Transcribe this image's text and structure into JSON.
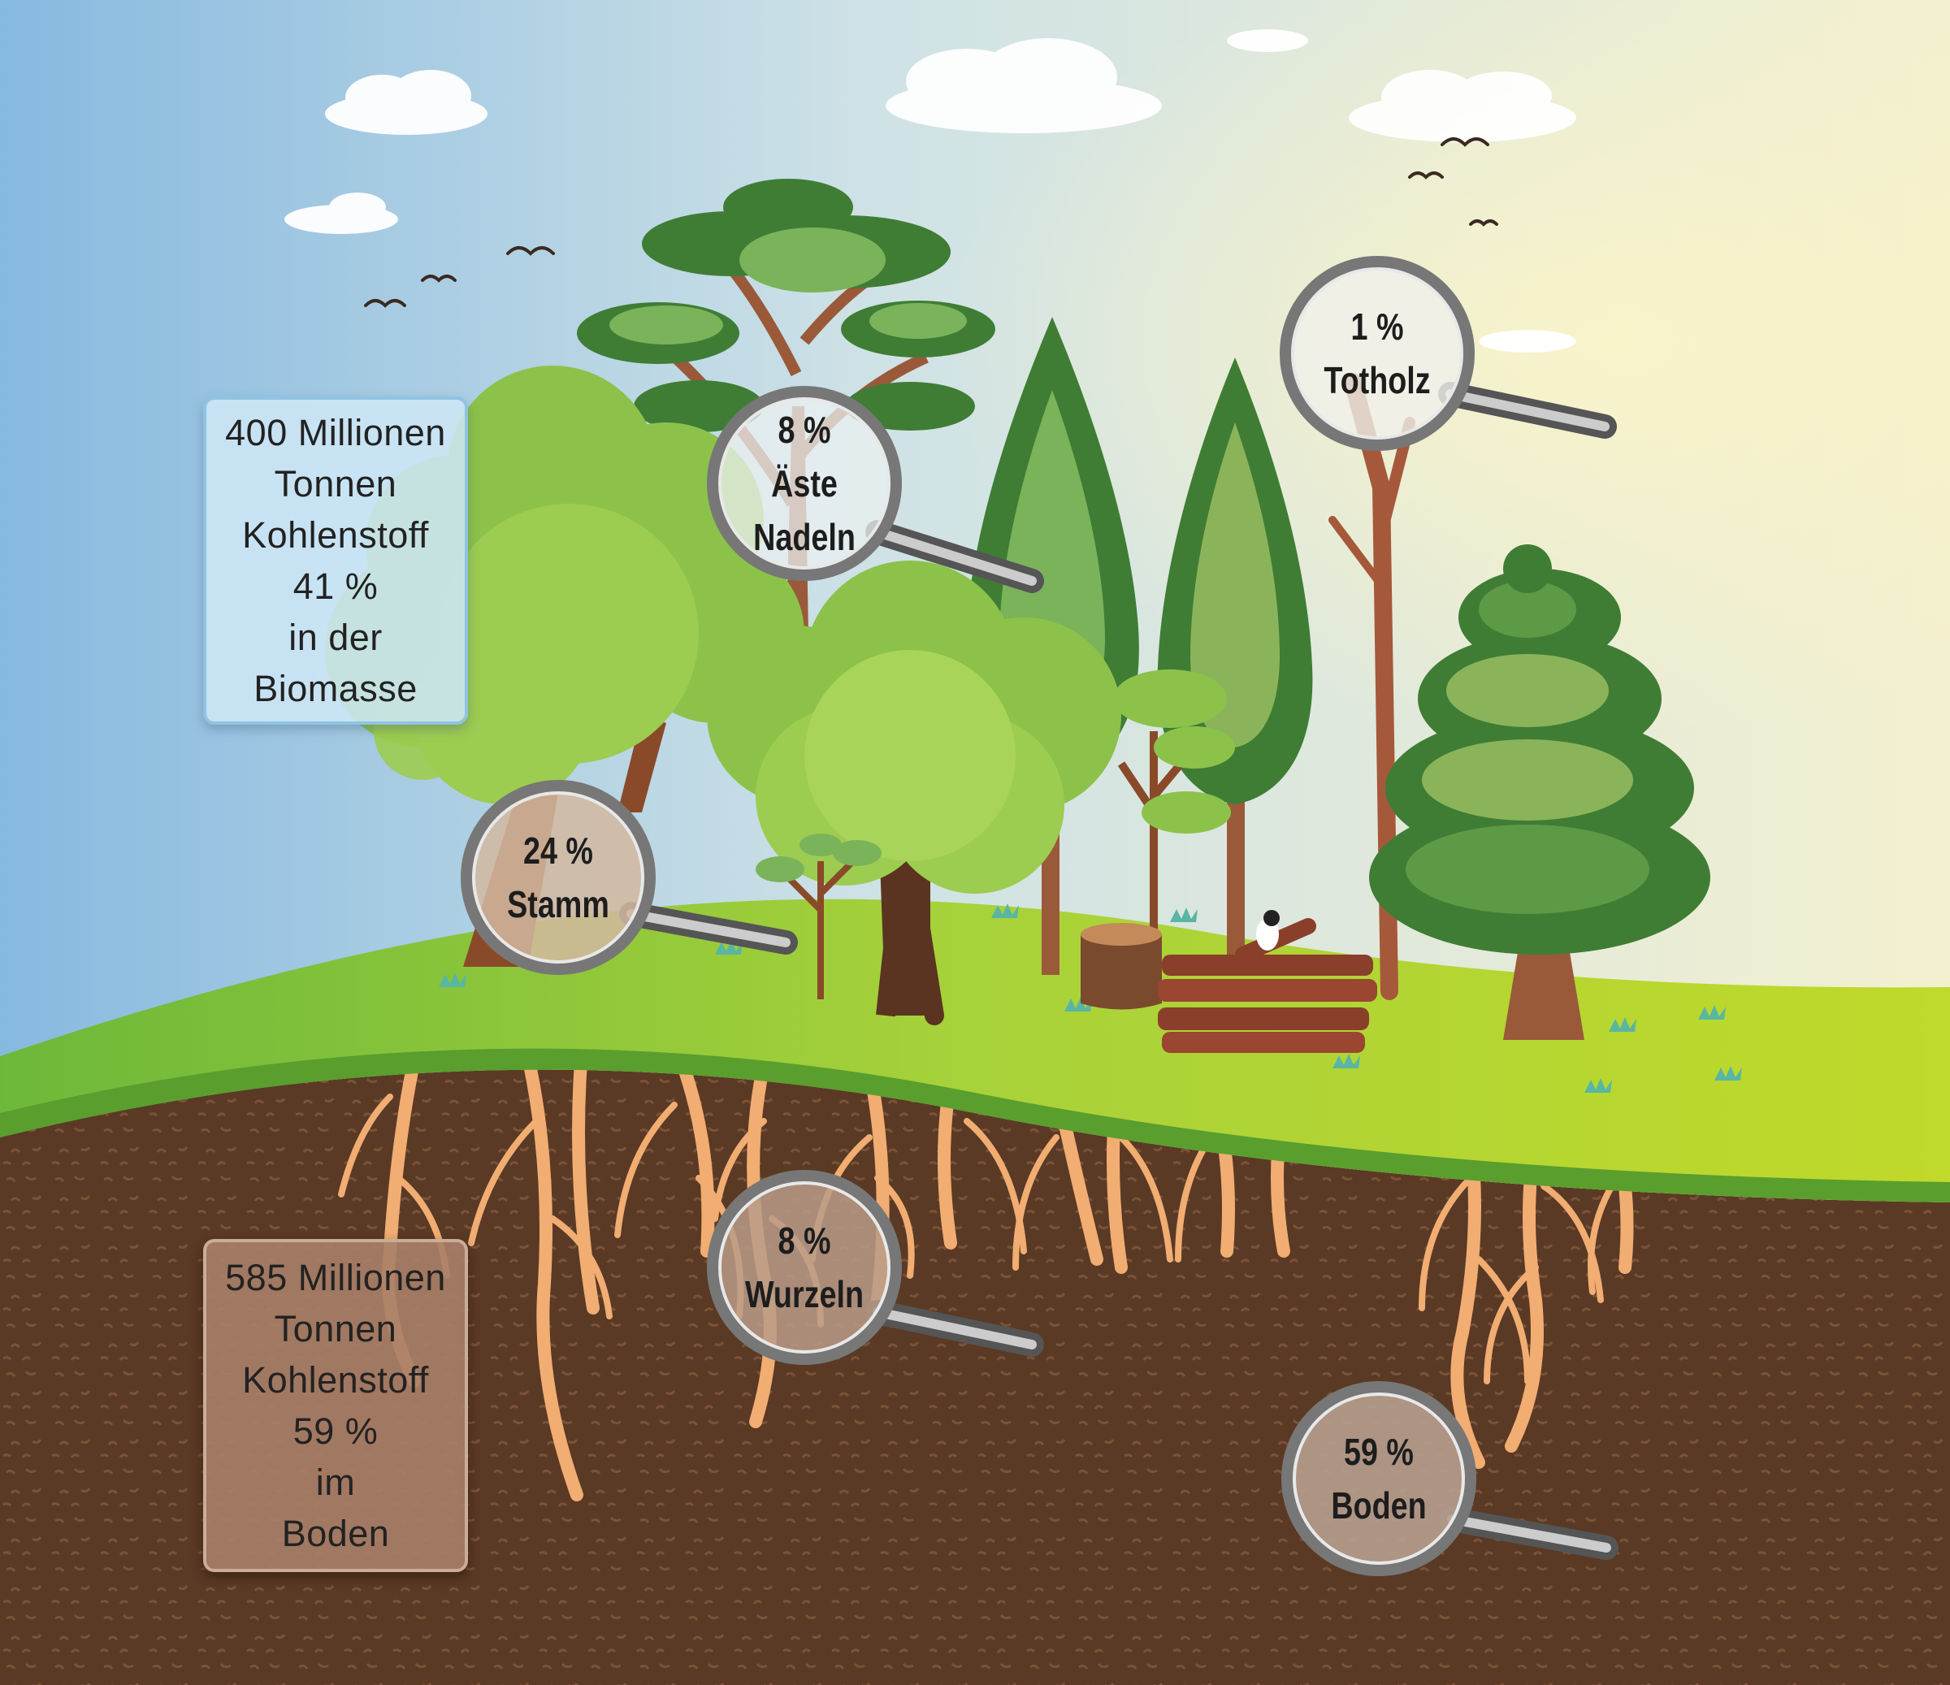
{
  "info_boxes": {
    "biomass": {
      "lines": [
        "400 Millionen",
        "Tonnen",
        "Kohlenstoff",
        "41 %",
        "in der",
        "Biomasse"
      ]
    },
    "soil": {
      "lines": [
        "585 Millionen",
        "Tonnen",
        "Kohlenstoff",
        "59 %",
        "im",
        "Boden"
      ]
    }
  },
  "magnifiers": {
    "branches": {
      "value": "8 %",
      "label_1": "Äste",
      "label_2": "Nadeln"
    },
    "deadwood": {
      "value": "1 %",
      "label_1": "Totholz"
    },
    "trunk": {
      "value": "24 %",
      "label_1": "Stamm"
    },
    "roots": {
      "value": "8 %",
      "label_1": "Wurzeln"
    },
    "soil": {
      "value": "59 %",
      "label_1": "Boden"
    }
  },
  "colors": {
    "sky_left": "#86b9e0",
    "sky_right": "#f3f0cf",
    "grass": "#a8cc2e",
    "grass_dark": "#6ea329",
    "soil": "#5a3a25",
    "roots": "#f1ad72",
    "tree_dark": "#3f7d35",
    "tree_light": "#8cc24a"
  }
}
